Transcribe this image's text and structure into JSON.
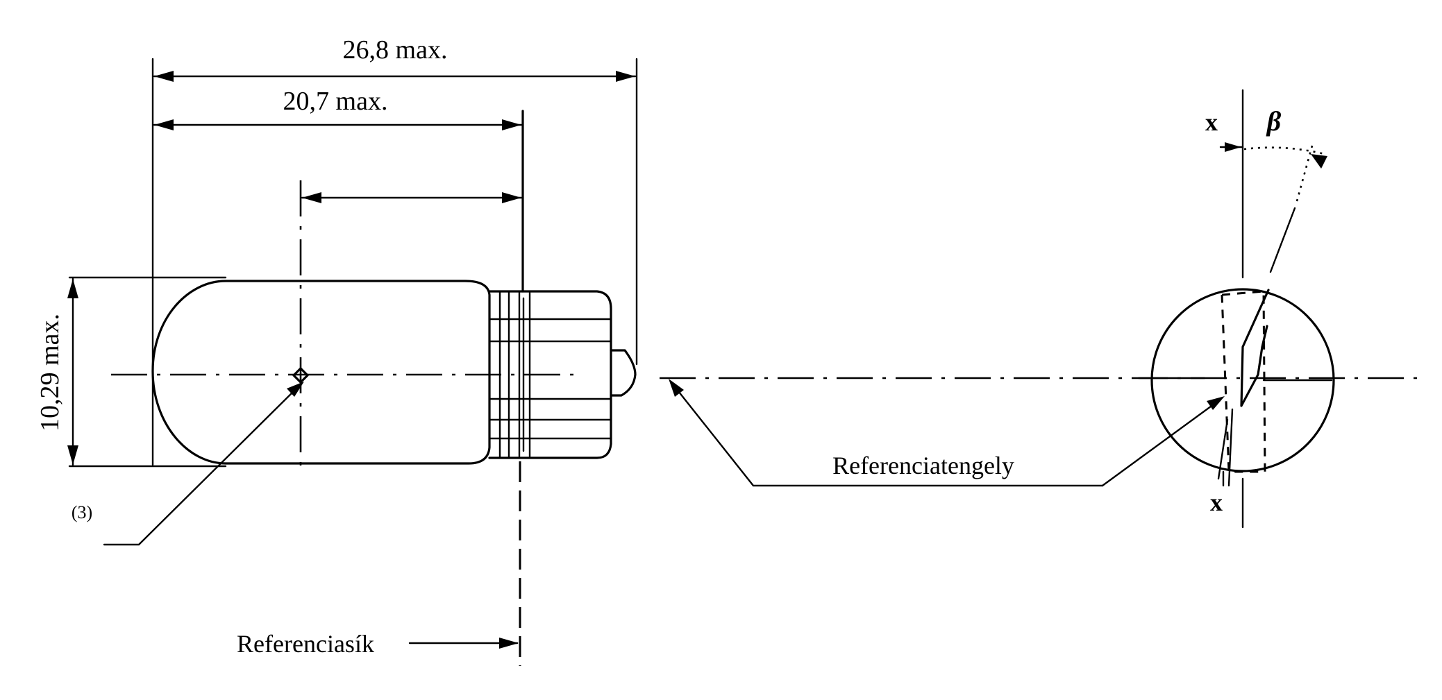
{
  "labels": {
    "overall_length": "26,8 max.",
    "reference_length": "20,7 max.",
    "diameter": "10,29 max.",
    "footnote": "(3)",
    "reference_axis": "Referenciatengely",
    "reference_plane": "Referenciasík",
    "x_top": "x",
    "x_bottom": "x",
    "beta": "β"
  }
}
